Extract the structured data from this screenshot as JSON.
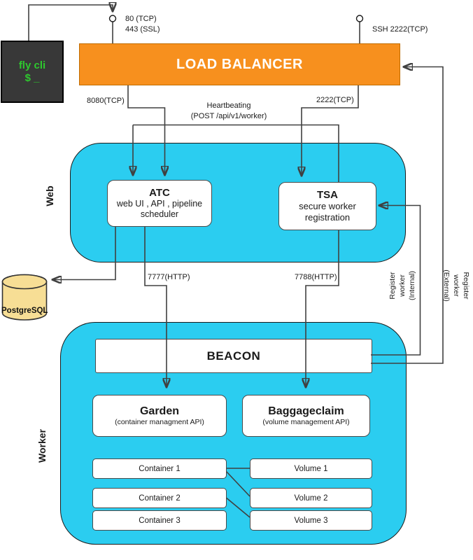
{
  "colors": {
    "cyan": "#2bcdf0",
    "orange": "#f7901e",
    "terminal_bg": "#383838",
    "terminal_green": "#2ec82e",
    "postgres_fill": "#f7de95",
    "line": "#404040"
  },
  "terminal": {
    "title": "fly cli",
    "prompt": "$ _"
  },
  "load_balancer": {
    "label": "LOAD BALANCER"
  },
  "ports": {
    "http": "80 (TCP)\n443 (SSL)",
    "ssh": "SSH 2222(TCP)",
    "atc": "8080(TCP)",
    "tsa": "2222(TCP)",
    "garden": "7777(HTTP)",
    "baggageclaim": "7788(HTTP)"
  },
  "labels": {
    "heartbeat": "Heartbeating\n(POST /api/v1/worker)",
    "register_internal": "Register\nworker\n(Internal)",
    "register_external": "Register\nworker\n(External)"
  },
  "groups": {
    "web": "Web",
    "worker": "Worker"
  },
  "nodes": {
    "atc": {
      "title": "ATC",
      "subtitle": "web UI , API , pipeline scheduler"
    },
    "tsa": {
      "title": "TSA",
      "subtitle": "secure worker\nregistration"
    },
    "beacon": {
      "title": "BEACON"
    },
    "garden": {
      "title": "Garden",
      "subtitle": "(container managment API)"
    },
    "baggageclaim": {
      "title": "Baggageclaim",
      "subtitle": "(volume management API)"
    },
    "postgres": {
      "title": "PostgreSQL"
    },
    "containers": [
      "Container 1",
      "Container 2",
      "Container 3"
    ],
    "volumes": [
      "Volume 1",
      "Volume 2",
      "Volume 3"
    ]
  }
}
